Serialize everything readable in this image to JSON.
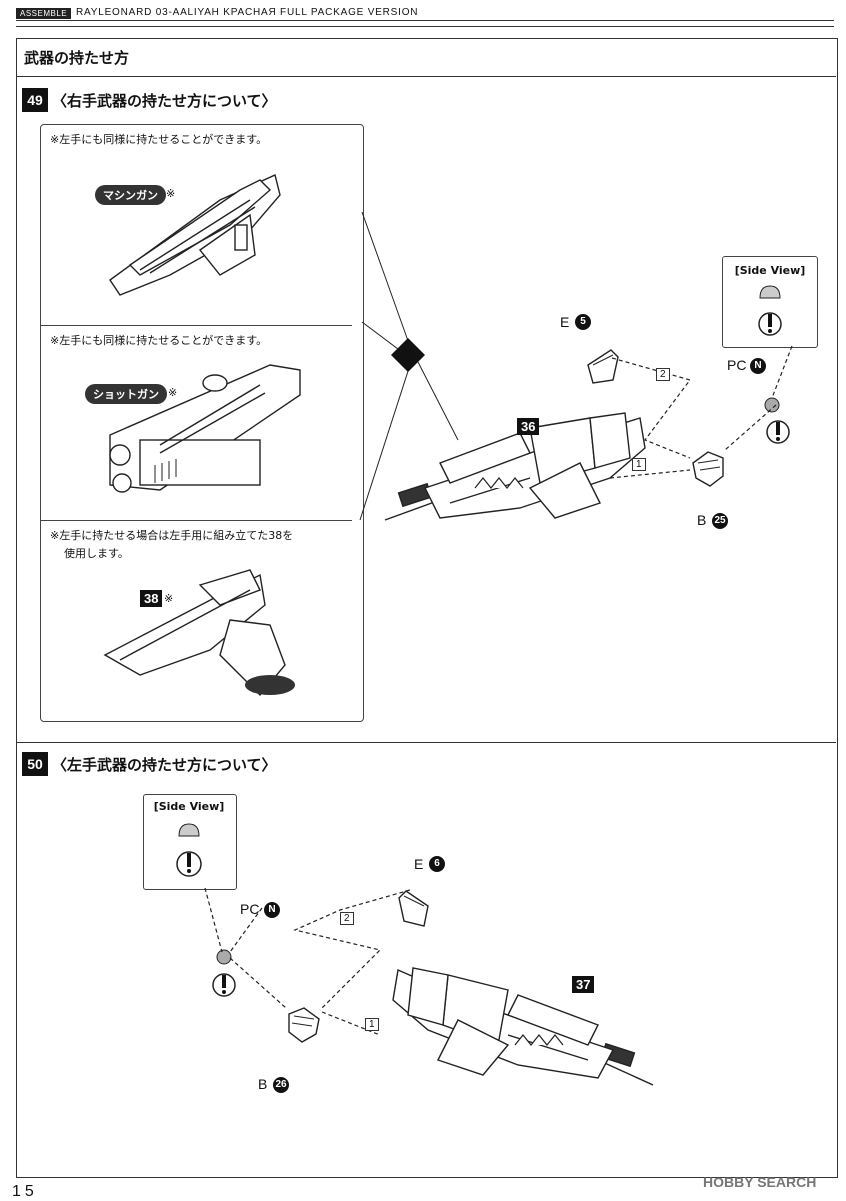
{
  "header": {
    "tag": "ASSEMBLE",
    "title": "RAYLEONARD 03-AALIYAH KPACHAЯ FULL PACKAGE VERSION"
  },
  "section_title": "武器の持たせ方",
  "step49": {
    "num": "49",
    "title": "〈右手武器の持たせ方について〉",
    "notes": {
      "n1": "※左手にも同様に持たせることができます。",
      "n2": "※左手にも同様に持たせることができます。",
      "n3_line1": "※左手に持たせる場合は左手用に組み立てた38を",
      "n3_line2": "使用します。"
    },
    "labels": {
      "machinegun": "マシンガン",
      "shotgun": "ショットガン",
      "part38": "38",
      "asterisk": "※"
    },
    "side_view": "[Side View]",
    "part36": "36",
    "e_label": "E",
    "e_num": "5",
    "pc_label": "PC",
    "pc_num": "N",
    "b_label": "B",
    "b_num": "25",
    "step1": "1",
    "step2": "2"
  },
  "step50": {
    "num": "50",
    "title": "〈左手武器の持たせ方について〉",
    "side_view": "[Side View]",
    "part37": "37",
    "e_label": "E",
    "e_num": "6",
    "pc_label": "PC",
    "pc_num": "N",
    "b_label": "B",
    "b_num": "26",
    "step1": "1",
    "step2": "2"
  },
  "footer": {
    "page": "15",
    "watermark": "HOBBY SEARCH"
  }
}
